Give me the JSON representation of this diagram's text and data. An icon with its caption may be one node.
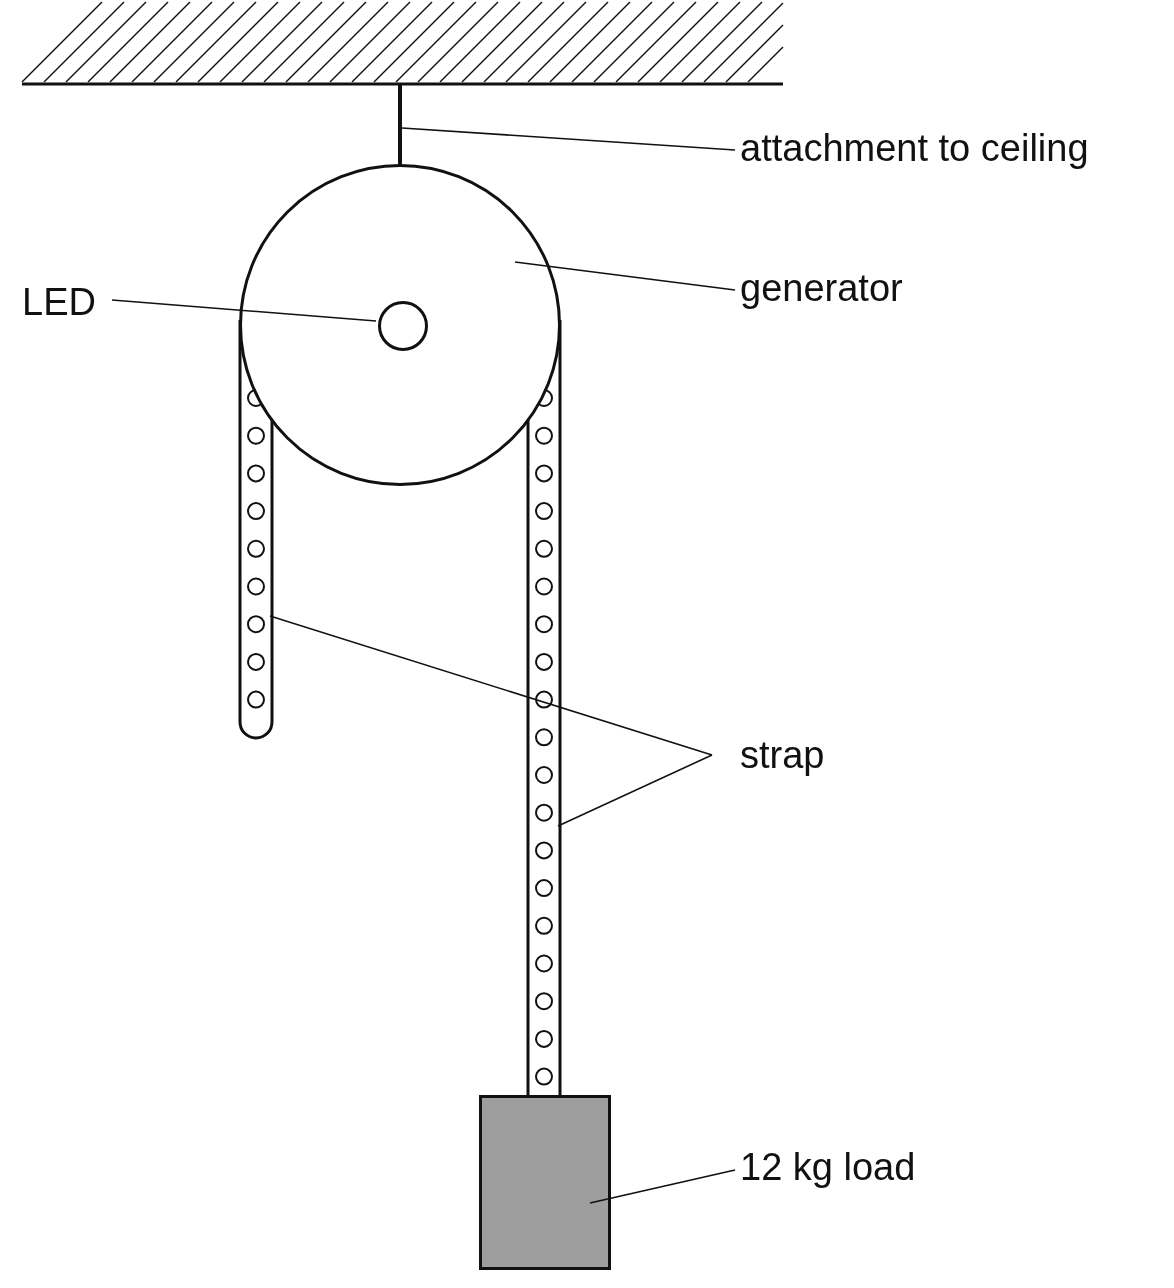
{
  "diagram": {
    "nodes": [
      {
        "text": [
          "attachment to ceiling"
        ]
      },
      {
        "text": [],
        "shape": "bar"
      },
      {
        "text": [
          "generator"
        ]
      },
      {
        "text": [],
        "shape": "circle"
      },
      {
        "text": [
          "LED"
        ]
      },
      {
        "text": [],
        "shape": "circle",
        "in": 3
      },
      {
        "text": [
          "strap"
        ]
      },
      {
        "text": [],
        "shape": "bar"
      },
      {
        "text": [],
        "shape": "bar"
      },
      {
        "text": [
          "12 kg load"
        ]
      },
      {
        "text": [],
        "shape": "box"
      }
    ],
    "edges": [
      {
        "from": 0,
        "to": 1,
        "arrow": "none"
      },
      {
        "from": 2,
        "to": 3,
        "arrow": "none"
      },
      {
        "from": 4,
        "to": 5,
        "arrow": "none"
      },
      {
        "from": 6,
        "to": 7,
        "arrow": "none"
      },
      {
        "from": 6,
        "to": 8,
        "arrow": "none"
      },
      {
        "from": 9,
        "to": 10,
        "arrow": "none"
      }
    ]
  }
}
